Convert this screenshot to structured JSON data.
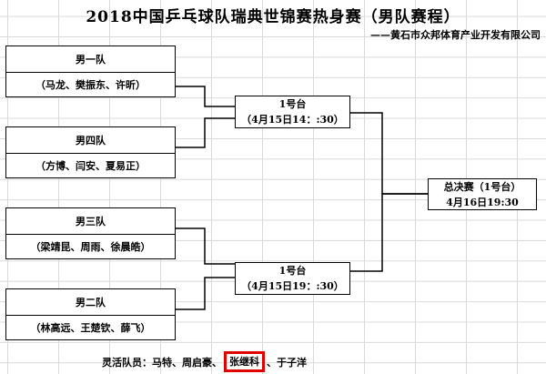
{
  "title": "2018中国乒乓球队瑞典世锦赛热身赛（男队赛程）",
  "company": "——黄石市众邦体育产业开发有限公司",
  "teams": [
    {
      "name": "男一队",
      "players": "（马龙、樊振东、许昕）"
    },
    {
      "name": "男四队",
      "players": "（方博、闫安、夏易正）"
    },
    {
      "name": "男三队",
      "players": "（梁靖昆、周雨、徐晨皓）"
    },
    {
      "name": "男二队",
      "players": "（林高远、王楚钦、薛飞）"
    }
  ],
  "semis": [
    {
      "venue": "1号台",
      "time": "（4月15日14：:30）"
    },
    {
      "venue": "1号台",
      "time": "（4月15日19：:30）"
    }
  ],
  "final": {
    "line1": "总决赛（1号台）",
    "line2": "4月16日19:30"
  },
  "substitutes": {
    "label": "灵活队员：",
    "before": "马特、周启豪、",
    "highlighted": "张继科",
    "after": "、于子洋",
    "highlight_color": "#e00000"
  }
}
